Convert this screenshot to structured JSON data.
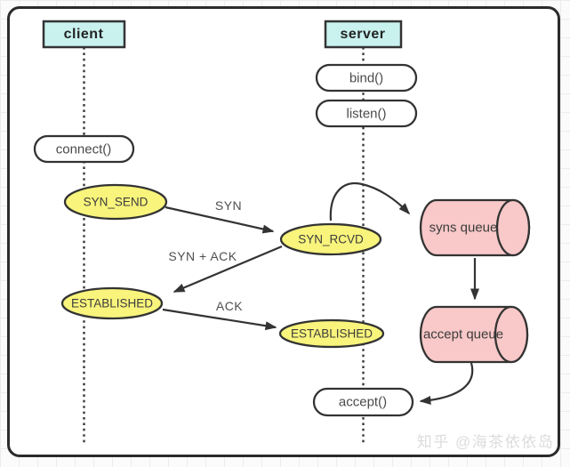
{
  "colors": {
    "actor_fill": "#c9f2ef",
    "state_fill": "#f8f47c",
    "queue_fill": "#f9c8c8",
    "pill_fill": "#ffffff",
    "stroke": "#333333",
    "frame_stroke": "#2b2b2b",
    "label_text": "#4a4a4a",
    "watermark_text": "#dcdcdc"
  },
  "actors": {
    "client": "client",
    "server": "server"
  },
  "calls": {
    "bind": "bind()",
    "listen": "listen()",
    "connect": "connect()",
    "accept": "accept()"
  },
  "states": {
    "syn_send": "SYN_SEND",
    "syn_rcvd": "SYN_RCVD",
    "established_client": "ESTABLISHED",
    "established_server": "ESTABLISHED"
  },
  "messages": {
    "syn": "SYN",
    "syn_ack": "SYN + ACK",
    "ack": "ACK"
  },
  "queues": {
    "syns": "syns queue",
    "accept": "accept queue"
  },
  "watermark": "知乎 @海茶依依岛"
}
